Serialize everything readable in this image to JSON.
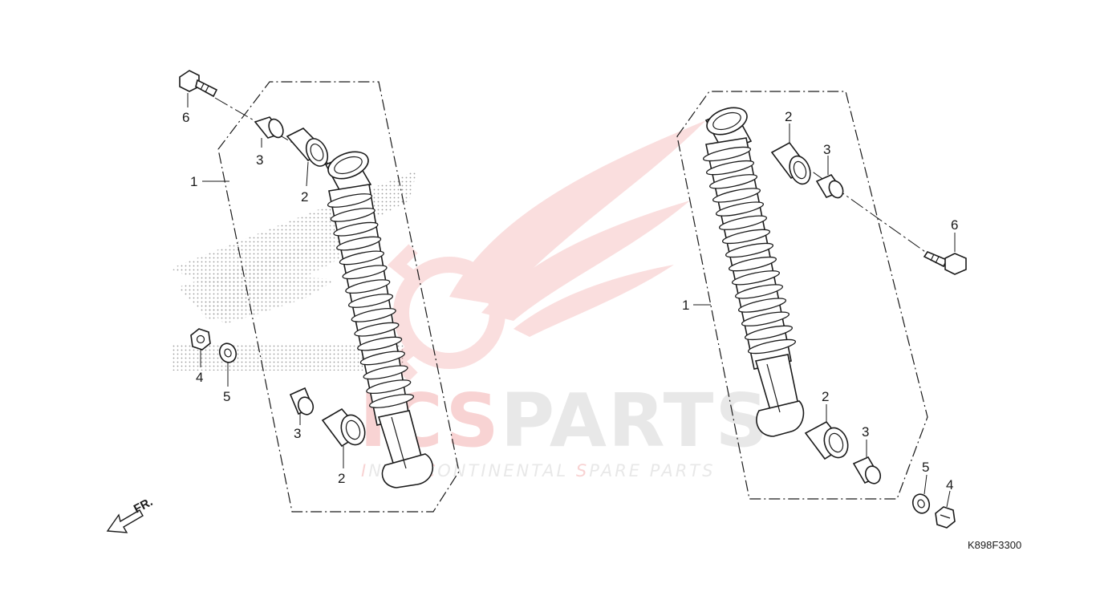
{
  "diagram": {
    "drawing_code": "K898F3300",
    "direction_label": "FR.",
    "watermark": {
      "brand_prefix": "ICS",
      "brand_suffix": "PARTS",
      "tagline_parts": [
        "I",
        "NTER",
        "C",
        "ONTINENTAL ",
        "S",
        "PARE PARTS"
      ],
      "colors": {
        "accent": "#e23b3b",
        "gray": "#c9c9c9"
      }
    },
    "callouts": {
      "left": {
        "shock": "1",
        "upper_bushing": "2",
        "upper_collar": "3",
        "nut": "4",
        "washer": "5",
        "bolt": "6",
        "lower_bushing": "2",
        "lower_collar": "3"
      },
      "right": {
        "shock": "1",
        "upper_bushing": "2",
        "upper_collar": "3",
        "bolt": "6",
        "lower_bushing": "2",
        "lower_collar": "3",
        "washer": "5",
        "nut": "4"
      }
    }
  }
}
